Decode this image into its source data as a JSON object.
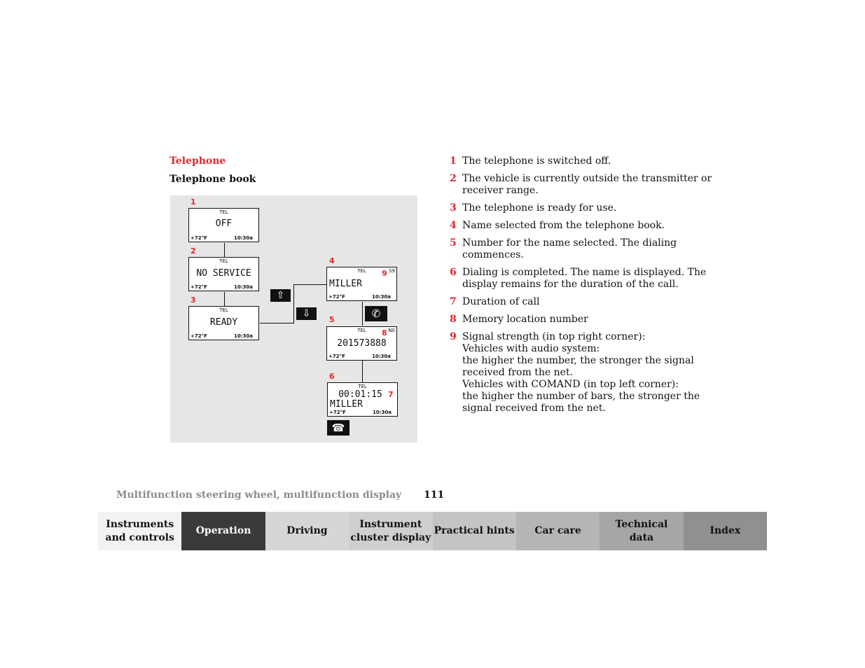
{
  "section_title": "Telephone",
  "subsection_title": "Telephone book",
  "figure": {
    "screens": [
      {
        "callout": "1",
        "tel": "TEL",
        "main": "OFF",
        "temp": "+72°F",
        "time": "10:30a"
      },
      {
        "callout": "2",
        "tel": "TEL",
        "main": "NO SERVICE",
        "temp": "+72°F",
        "time": "10:30a"
      },
      {
        "callout": "3",
        "tel": "TEL",
        "main": "READY",
        "temp": "+72°F",
        "time": "10:30a"
      },
      {
        "callout": "4",
        "tel": "TEL",
        "main": "MILLER",
        "temp": "+72°F",
        "time": "10:30a",
        "inner_callout": "9",
        "corner": "S9"
      },
      {
        "callout": "5",
        "tel": "TEL",
        "main": "201573888",
        "temp": "+72°F",
        "time": "10:30a",
        "inner_callout": "8",
        "corner": "N0"
      },
      {
        "callout": "6",
        "tel": "TEL",
        "main": "00:01:15",
        "main2": "MILLER",
        "temp": "+72°F",
        "time": "10:30a",
        "inner_callout": "7"
      }
    ],
    "keys": {
      "up": "up-arrow-key",
      "down": "down-arrow-key",
      "call": "phone-send-key",
      "end": "phone-end-key"
    }
  },
  "items": [
    {
      "n": "1",
      "lines": [
        "The telephone is switched off."
      ]
    },
    {
      "n": "2",
      "lines": [
        "The vehicle is currently outside the transmitter or",
        "receiver range."
      ]
    },
    {
      "n": "3",
      "lines": [
        "The telephone is ready for use."
      ]
    },
    {
      "n": "4",
      "lines": [
        "Name selected from the telephone book."
      ]
    },
    {
      "n": "5",
      "lines": [
        "Number for the name selected. The dialing",
        "commences."
      ]
    },
    {
      "n": "6",
      "lines": [
        "Dialing is completed. The name is displayed. The",
        "display remains for the duration of the call."
      ]
    },
    {
      "n": "7",
      "lines": [
        "Duration of call"
      ]
    },
    {
      "n": "8",
      "lines": [
        "Memory location number"
      ]
    },
    {
      "n": "9",
      "lines": [
        "Signal strength (in top right corner):",
        "Vehicles with audio system:",
        "the higher the number, the stronger the signal",
        "received from the net.",
        "Vehicles with COMAND (in top left corner):",
        "the higher the number of bars, the stronger the",
        "signal received from the net."
      ]
    }
  ],
  "footer": {
    "text": "Multifunction steering wheel, multifunction display",
    "page": "111"
  },
  "nav": {
    "tabs": [
      {
        "lines": [
          "Instruments",
          "and controls"
        ],
        "bg": "#f2f2f2",
        "color": "#111111"
      },
      {
        "lines": [
          "Operation"
        ],
        "bg": "#3a3a3a",
        "color": "#ffffff"
      },
      {
        "lines": [
          "Driving"
        ],
        "bg": "#d6d6d6",
        "color": "#111111"
      },
      {
        "lines": [
          "Instrument",
          "cluster display"
        ],
        "bg": "#cfcfcf",
        "color": "#111111"
      },
      {
        "lines": [
          "Practical hints"
        ],
        "bg": "#c4c4c4",
        "color": "#111111"
      },
      {
        "lines": [
          "Car care"
        ],
        "bg": "#b5b5b5",
        "color": "#111111"
      },
      {
        "lines": [
          "Technical",
          "data"
        ],
        "bg": "#a6a6a6",
        "color": "#111111"
      },
      {
        "lines": [
          "Index"
        ],
        "bg": "#909090",
        "color": "#111111"
      }
    ]
  }
}
